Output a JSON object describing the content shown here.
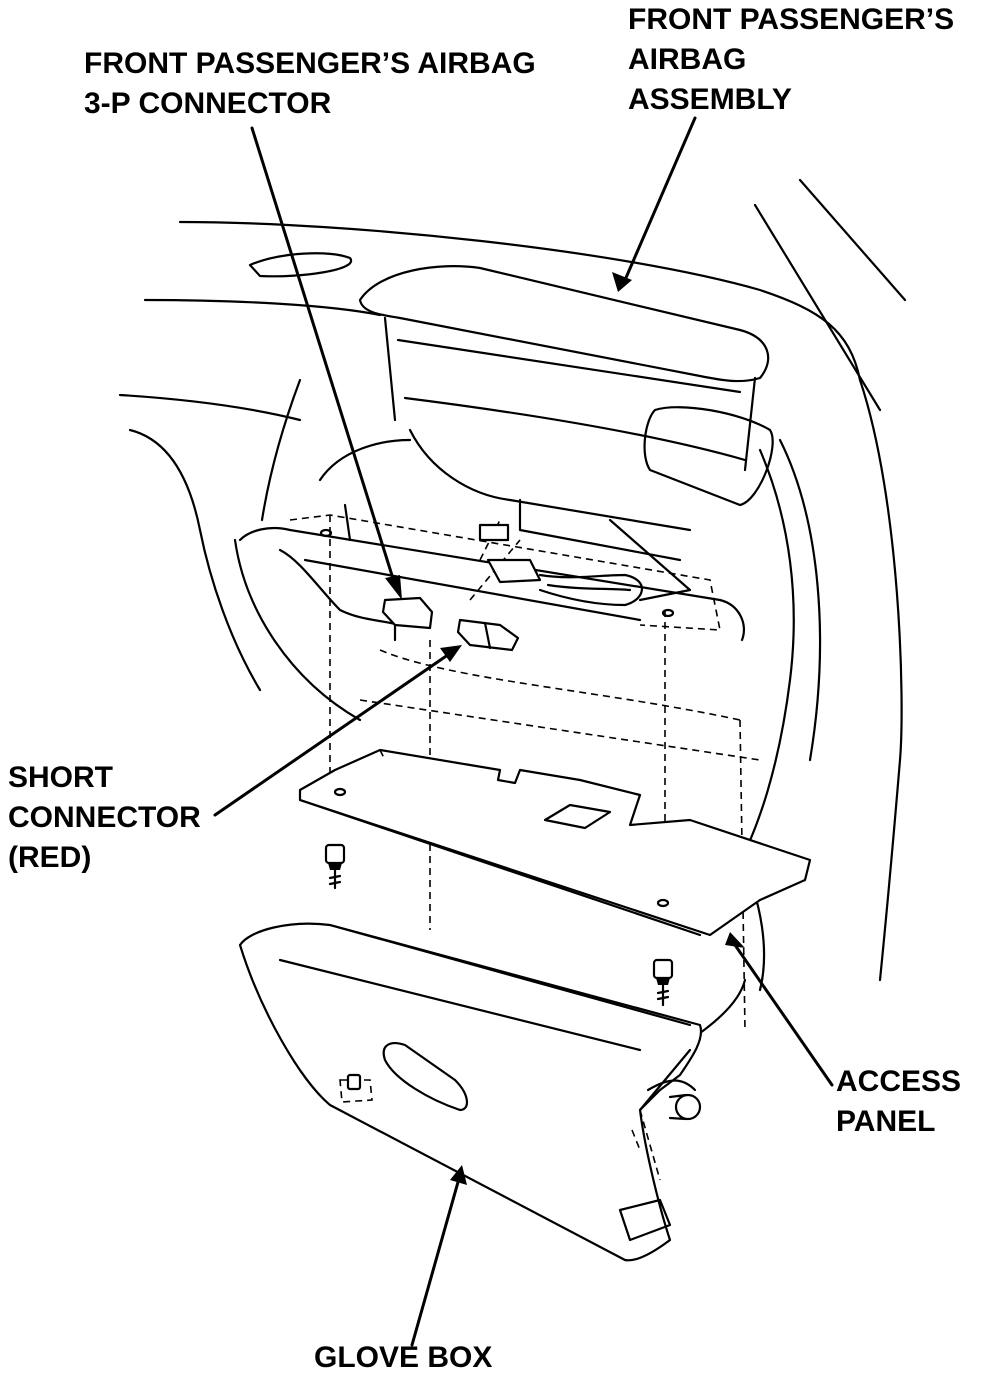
{
  "labels": {
    "airbag_connector": [
      "FRONT PASSENGER’S AIRBAG",
      "3-P CONNECTOR"
    ],
    "airbag_assembly": [
      "FRONT PASSENGER’S",
      "AIRBAG",
      "ASSEMBLY"
    ],
    "short_connector": [
      "SHORT",
      "CONNECTOR",
      "(RED)"
    ],
    "access_panel": [
      "ACCESS",
      "PANEL"
    ],
    "glove_box": [
      "GLOVE BOX"
    ]
  }
}
